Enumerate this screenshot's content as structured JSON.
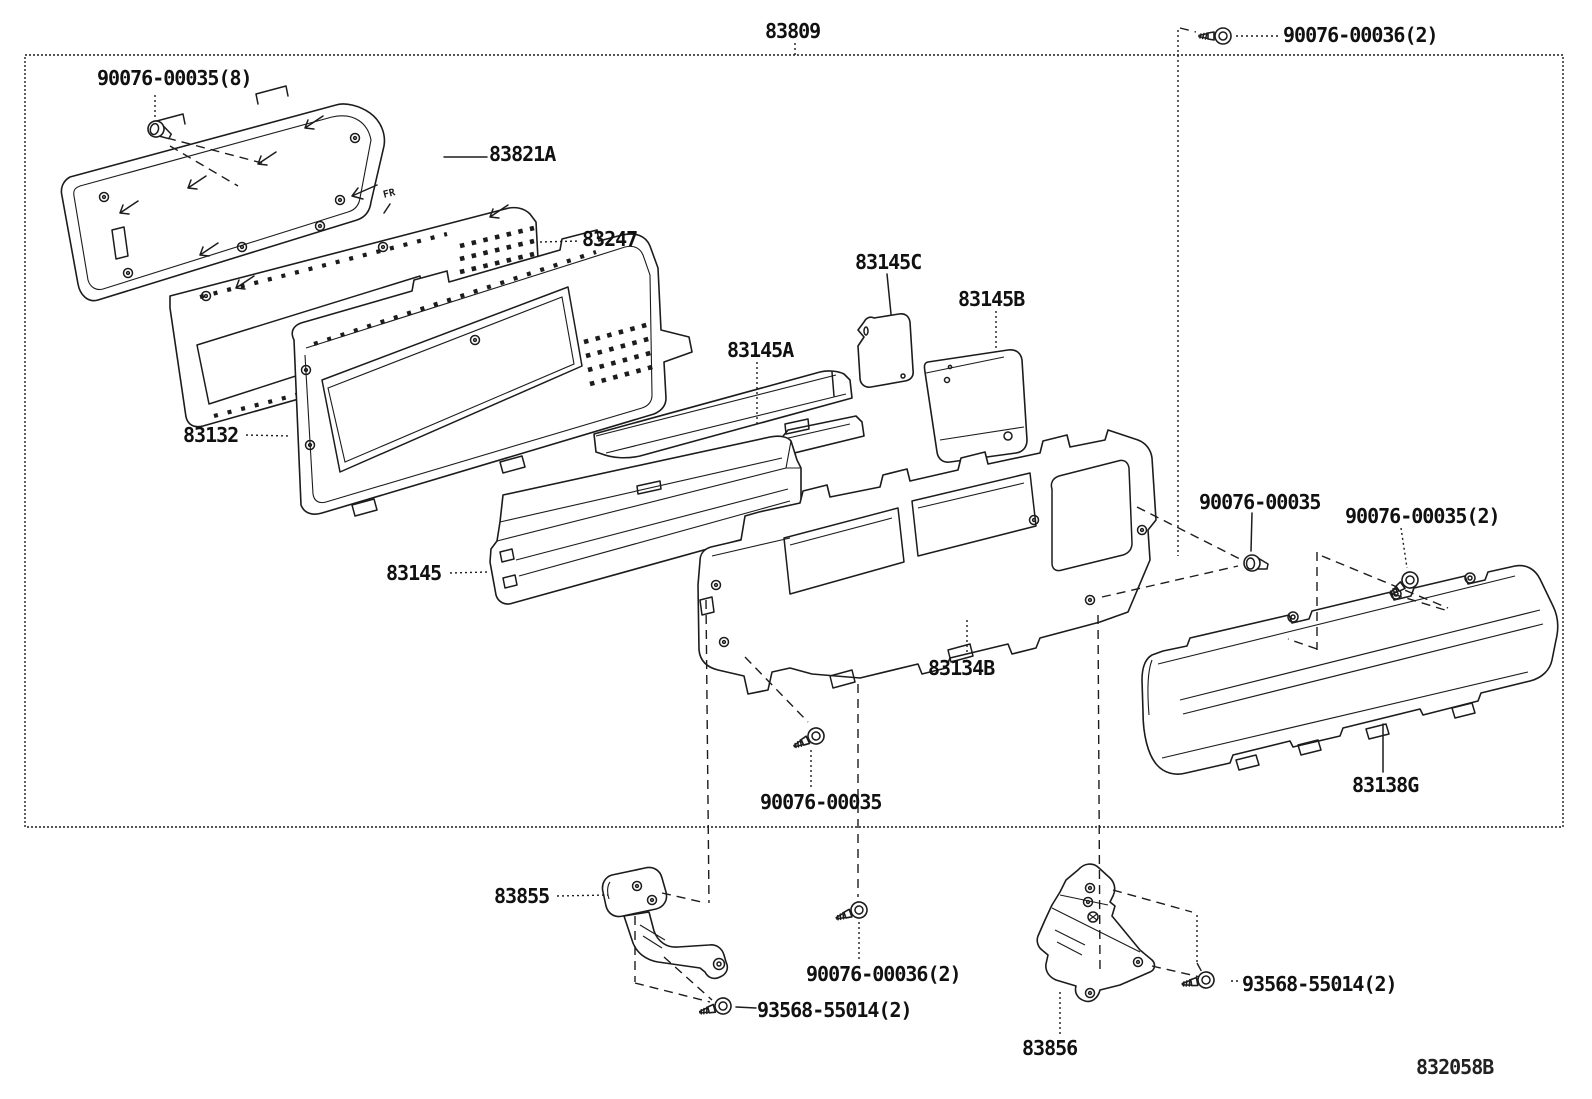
{
  "diagram": {
    "kind": "exploded-parts-diagram",
    "subject": "instrument cluster meter assembly",
    "drawing_code": "832058B",
    "assembly_number": "83809"
  },
  "callouts": {
    "assembly": "83809",
    "screw_8x_top_left": "90076-00035(8)",
    "rear_cover": "83821A",
    "circuit_plate": "83247",
    "screw_2x_top_right": "90076-00036(2)",
    "lens_c": "83145C",
    "lens_b": "83145B",
    "lens_a": "83145A",
    "meter_case": "83132",
    "glass_lens": "83145",
    "front_housing": "83134B",
    "screw_mid": "90076-00035",
    "screw_2x_right": "90076-00035(2)",
    "front_cover": "83138G",
    "screw_bottom": "90076-00035",
    "bracket_left": "83855",
    "screw_2x_bottom": "90076-00036(2)",
    "bolt_2x_left": "93568-55014(2)",
    "bracket_right": "83856",
    "bolt_2x_right": "93568-55014(2)",
    "drawing_code": "832058B",
    "fr_marking": "FR"
  }
}
